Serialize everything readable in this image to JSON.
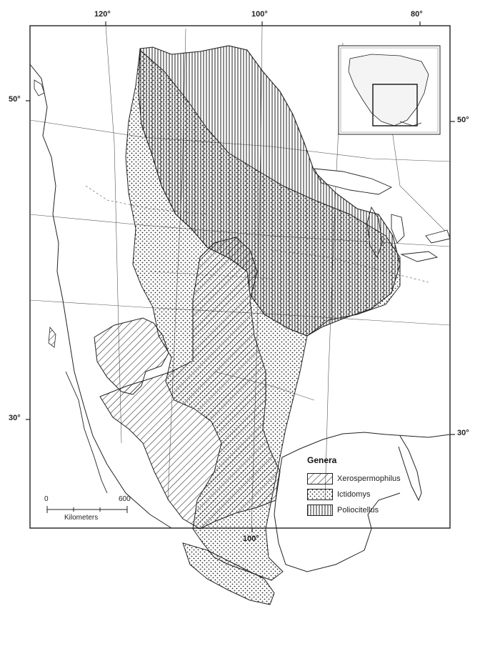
{
  "map": {
    "longitude_labels_top": [
      "120°",
      "100°",
      "80°"
    ],
    "longitude_label_bottom": "100°",
    "latitude_labels_left": [
      "50°",
      "30°"
    ],
    "latitude_labels_right": [
      "50°",
      "30°"
    ]
  },
  "legend": {
    "title": "Genera",
    "items": [
      {
        "label": "Xerospermophilus",
        "pattern": "diagonal-hatch"
      },
      {
        "label": "Ictidomys",
        "pattern": "dots"
      },
      {
        "label": "Poliocitellus",
        "pattern": "vertical-lines"
      }
    ]
  },
  "scale_bar": {
    "start": "0",
    "end": "600",
    "unit": "Kilometers"
  },
  "colors": {
    "ink": "#222222",
    "background": "#ffffff"
  }
}
